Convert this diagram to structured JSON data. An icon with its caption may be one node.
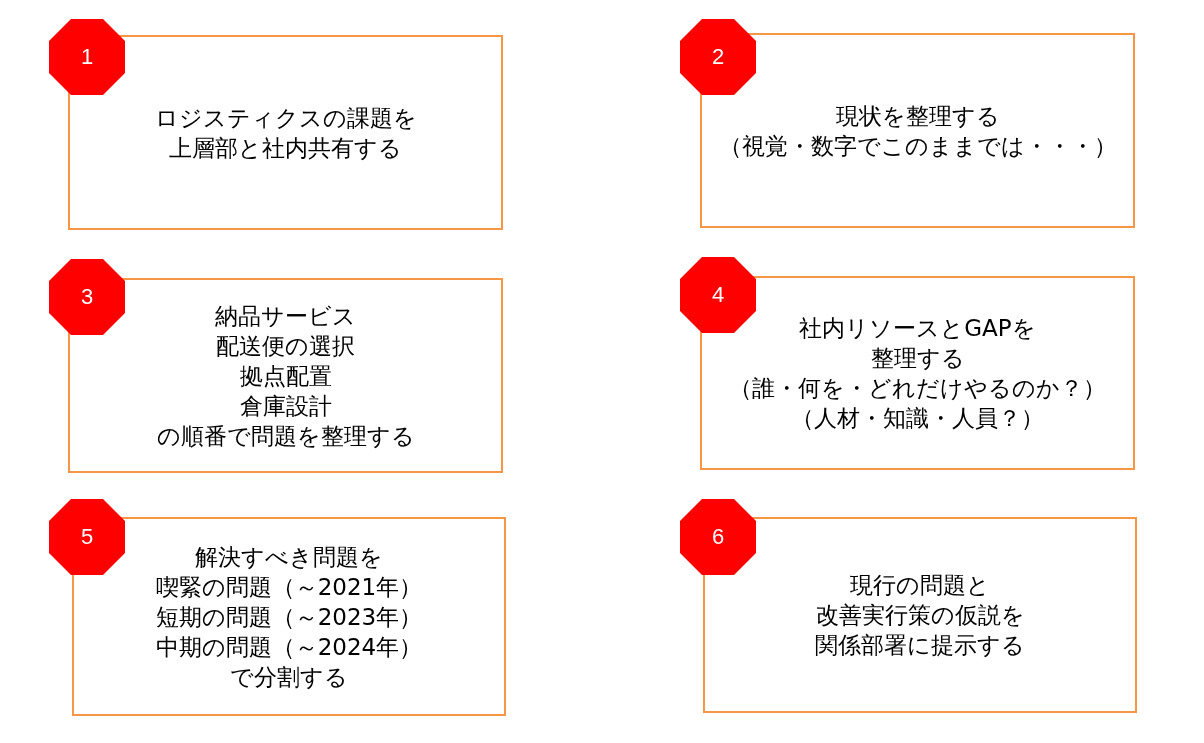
{
  "diagram": {
    "nodes": [
      {
        "text": [
          "ロジスティクスの課題を",
          "上層部と社内共有する"
        ]
      },
      {
        "text": [
          "1"
        ]
      },
      {
        "text": [
          "現状を整理する",
          "（視覚・数字でこのままでは・・・）"
        ]
      },
      {
        "text": [
          "2"
        ]
      },
      {
        "text": [
          "納品サービス",
          "配送便の選択",
          "拠点配置",
          "倉庫設計",
          "の順番で問題を整理する"
        ]
      },
      {
        "text": [
          "3"
        ]
      },
      {
        "text": [
          "社内リソースとGAPを",
          "整理する",
          "（誰・何を・どれだけやるのか？）",
          "（人材・知識・人員？）"
        ]
      },
      {
        "text": [
          "4"
        ]
      },
      {
        "text": [
          "解決すべき問題を",
          "喫緊の問題（～2021年）",
          "短期の問題（～2023年）",
          "中期の問題（～2024年）",
          "で分割する"
        ]
      },
      {
        "text": [
          "5"
        ]
      },
      {
        "text": [
          "現行の問題と",
          "改善実行策の仮説を",
          "関係部署に提示する"
        ]
      },
      {
        "text": [
          "6"
        ]
      }
    ]
  }
}
